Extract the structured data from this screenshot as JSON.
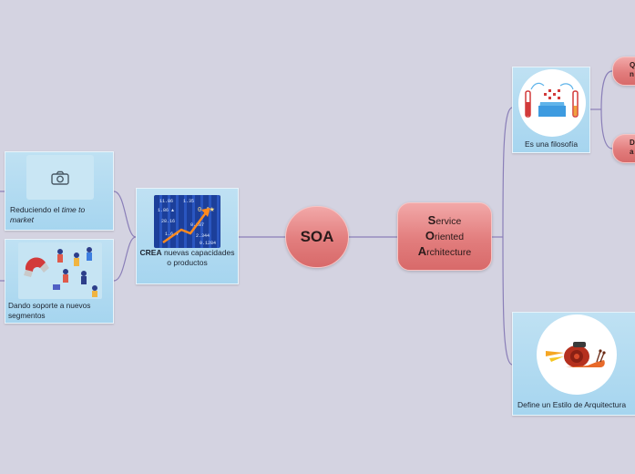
{
  "central": {
    "label": "SOA"
  },
  "definition": {
    "line1_initial": "S",
    "line1_rest": "ervice",
    "line2_initial": "O",
    "line2_rest": "riented",
    "line3_initial": "A",
    "line3_rest": "rchitecture"
  },
  "crea": {
    "bold": "CREA",
    "rest": " nuevas capacidades o productos"
  },
  "time_to_market": {
    "prefix": "Reduciendo el ",
    "italic": "time to market"
  },
  "segmentos": {
    "label": "Dando soporte a nuevos segmentos"
  },
  "filosofia": {
    "label": "Es una filosofía"
  },
  "estilo": {
    "label": "Define un Estilo de Arquitectura"
  },
  "right_pills": [
    {
      "line1": "Q",
      "line2": "n"
    },
    {
      "line1": "D",
      "line2": "a"
    }
  ],
  "colors": {
    "background": "#d4d3e1",
    "link": "#8a7fb8",
    "red_node": "#e27d7d",
    "card": "#a6d5ef"
  },
  "icons": [
    "camera-icon",
    "stock-chart-image",
    "magnet-people-image",
    "lab-flask-image",
    "snail-rocket-image"
  ]
}
